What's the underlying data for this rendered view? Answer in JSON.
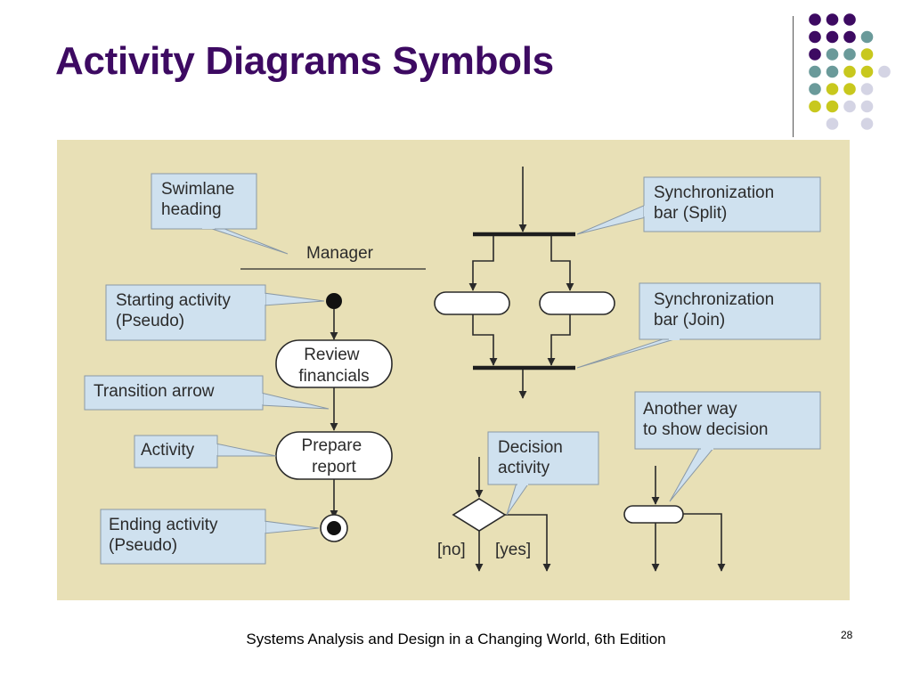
{
  "slide": {
    "title": "Activity Diagrams Symbols",
    "footer": "Systems Analysis and Design in a Changing World, 6th Edition",
    "page_number": "28"
  },
  "diagram": {
    "background_color": "#e8e0b6",
    "swimlane_heading": "Manager",
    "nodes": {
      "review": [
        "Review",
        "financials"
      ],
      "prepare": [
        "Prepare",
        "report"
      ]
    },
    "guards": {
      "no": "[no]",
      "yes": "[yes]"
    },
    "callouts": {
      "swimlane_heading": [
        "Swimlane",
        "heading"
      ],
      "starting_activity": [
        "Starting activity",
        "(Pseudo)"
      ],
      "transition_arrow": [
        "Transition arrow"
      ],
      "activity": [
        "Activity"
      ],
      "ending_activity": [
        "Ending activity",
        "(Pseudo)"
      ],
      "sync_split": [
        "Synchronization",
        "bar (Split)"
      ],
      "sync_join": [
        "Synchronization",
        "bar (Join)"
      ],
      "decision_activity": [
        "Decision",
        "activity"
      ],
      "another_way": [
        "Another way",
        "to show decision"
      ]
    }
  },
  "colors": {
    "title": "#3d0a62",
    "callout_fill": "#cfe1ef",
    "dot_purple": "#3d0a62",
    "dot_teal": "#6a9a9a",
    "dot_lime": "#c8c81e",
    "dot_lavender": "#d4d4e4"
  }
}
